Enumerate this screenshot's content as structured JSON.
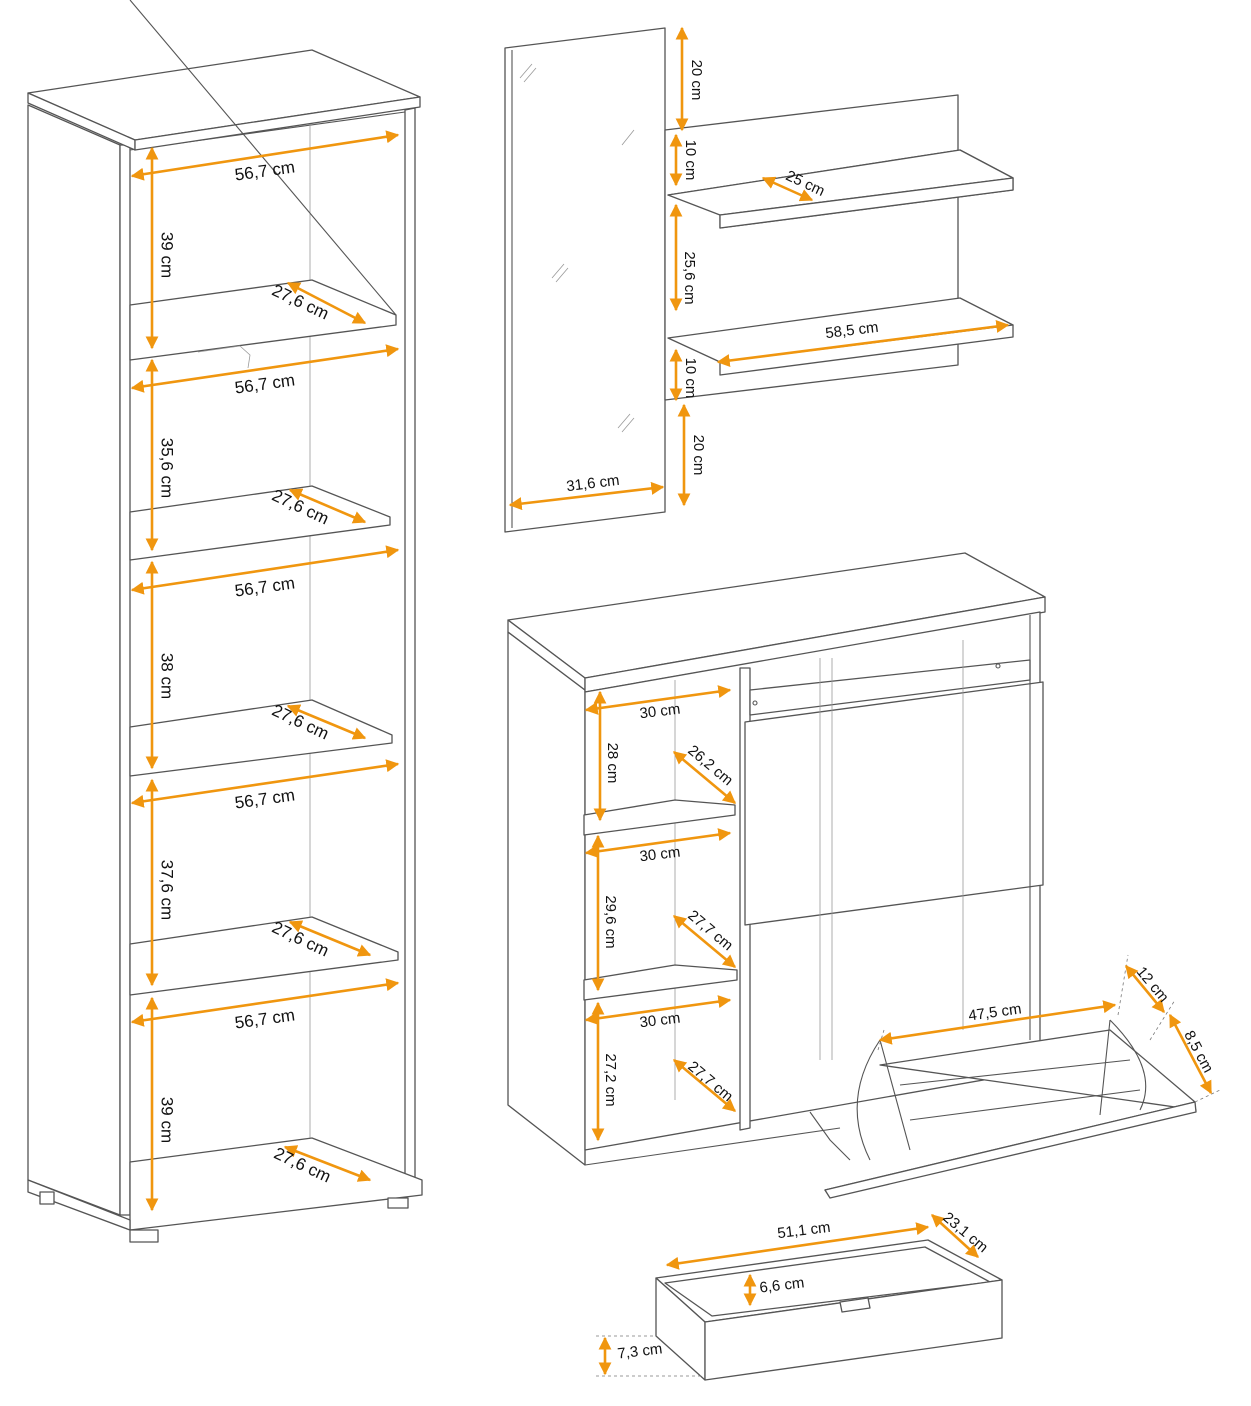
{
  "colors": {
    "dimension": "#f0960f",
    "outline": "#555555"
  },
  "bookcase": {
    "dimensions": [
      "56,7 cm",
      "39 cm",
      "27,6 cm",
      "56,7 cm",
      "35,6 cm",
      "27,6 cm",
      "56,7 cm",
      "38 cm",
      "27,6 cm",
      "56,7 cm",
      "37,6 cm",
      "27,6 cm",
      "56,7 cm",
      "39 cm",
      "27,6 cm"
    ]
  },
  "mirror_shelf": {
    "dimensions": [
      "20 cm",
      "10 cm",
      "25 cm",
      "25,6 cm",
      "58,5 cm",
      "10 cm",
      "20 cm",
      "31,6 cm"
    ]
  },
  "shoe_cabinet": {
    "dimensions": [
      "30 cm",
      "28 cm",
      "26,2 cm",
      "30 cm",
      "29,6 cm",
      "27,7 cm",
      "30 cm",
      "27,2 cm",
      "27,7 cm",
      "47,5 cm",
      "12 cm",
      "8,5 cm"
    ]
  },
  "drawer": {
    "dimensions": [
      "51,1 cm",
      "23,1 cm",
      "6,6 cm",
      "7,3 cm"
    ]
  }
}
